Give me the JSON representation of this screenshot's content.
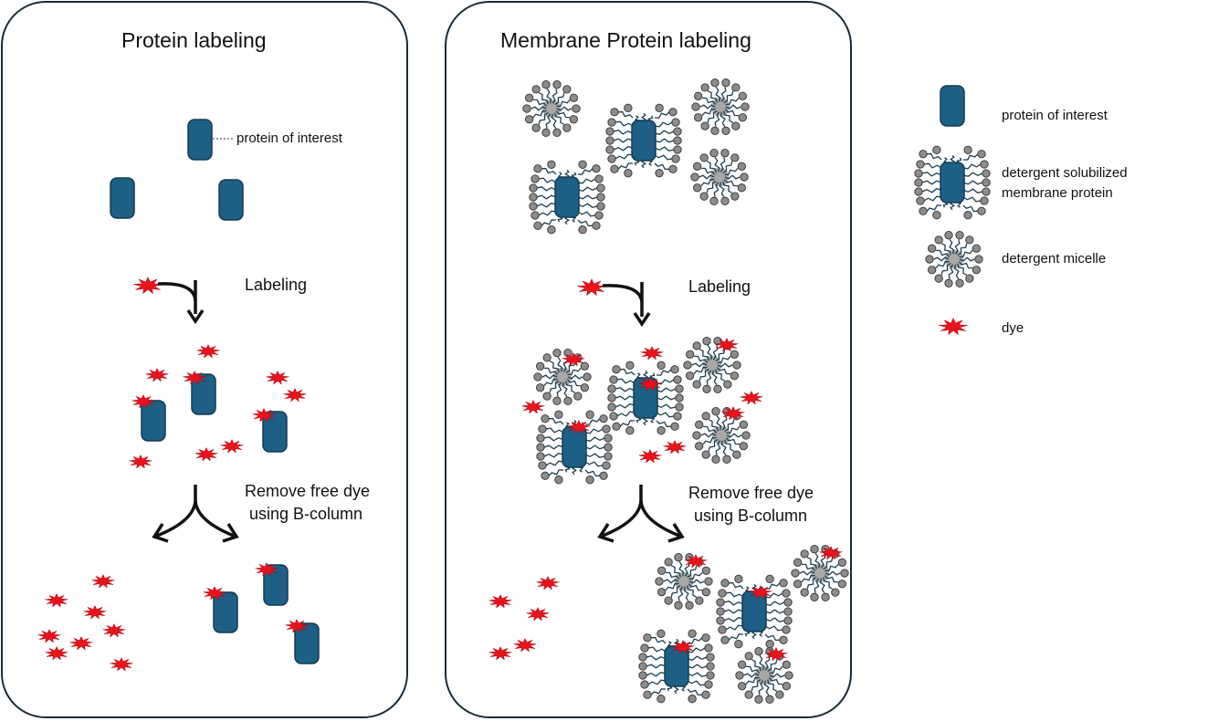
{
  "panels": {
    "left": {
      "title": "Protein labeling",
      "annotation": "protein of interest"
    },
    "right": {
      "title": "Membrane Protein labeling"
    }
  },
  "steps": {
    "labeling": "Labeling",
    "remove_line1": "Remove free dye",
    "remove_line2": "using B-column"
  },
  "legend": {
    "protein": "protein of interest",
    "solubilized_line1": "detergent solubilized",
    "solubilized_line2": "membrane protein",
    "micelle": "detergent micelle",
    "dye": "dye"
  },
  "colors": {
    "protein": "#1e5f86",
    "protein_outline": "#153b50",
    "dye": "#e8141c",
    "detergent_head": "#8c8c8c",
    "micelle_core": "#a8a8a8",
    "panel_outline": "#1a2b36"
  }
}
